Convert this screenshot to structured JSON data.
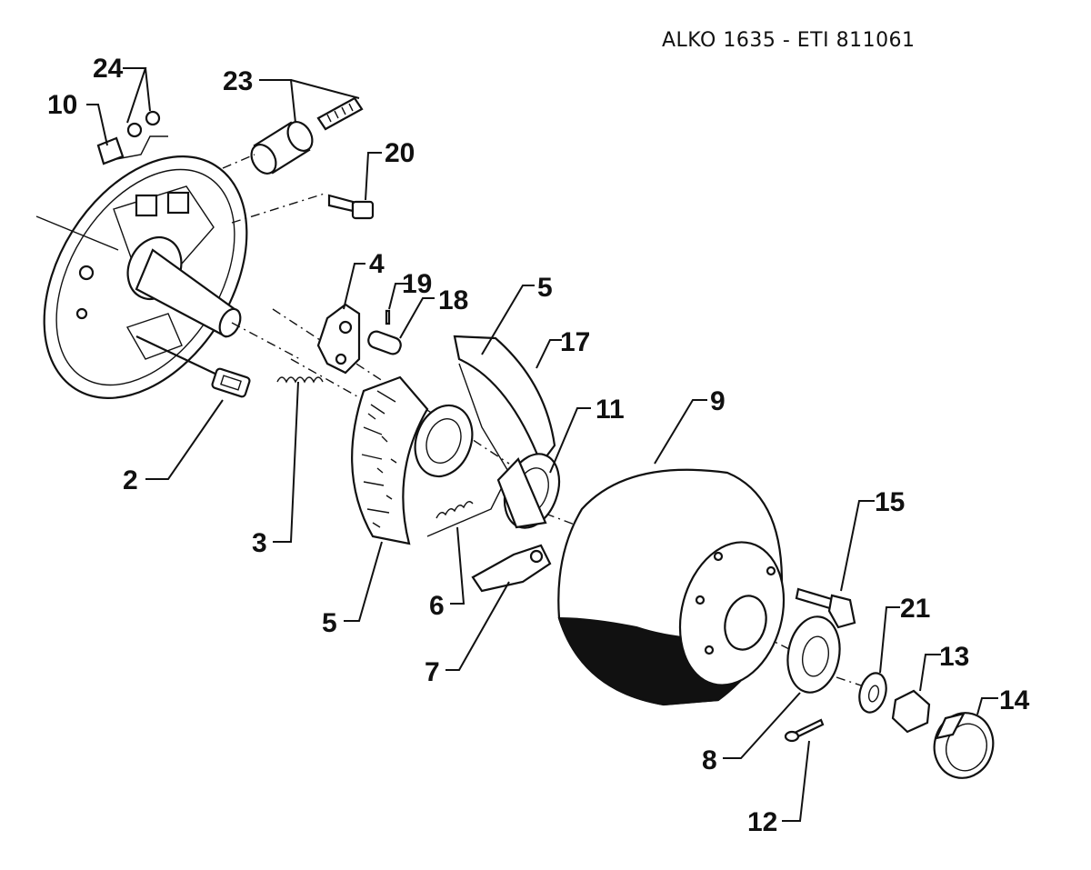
{
  "title": "ALKO 1635 - ETI 811061",
  "callouts": {
    "c24": "24",
    "c10": "10",
    "c23": "23",
    "c20": "20",
    "c4": "4",
    "c19": "19",
    "c18": "18",
    "c5a": "5",
    "c17": "17",
    "c11": "11",
    "c9": "9",
    "c2": "2",
    "c3": "3",
    "c5b": "5",
    "c6": "6",
    "c7": "7",
    "c15": "15",
    "c21": "21",
    "c13": "13",
    "c14": "14",
    "c8": "8",
    "c12": "12"
  }
}
